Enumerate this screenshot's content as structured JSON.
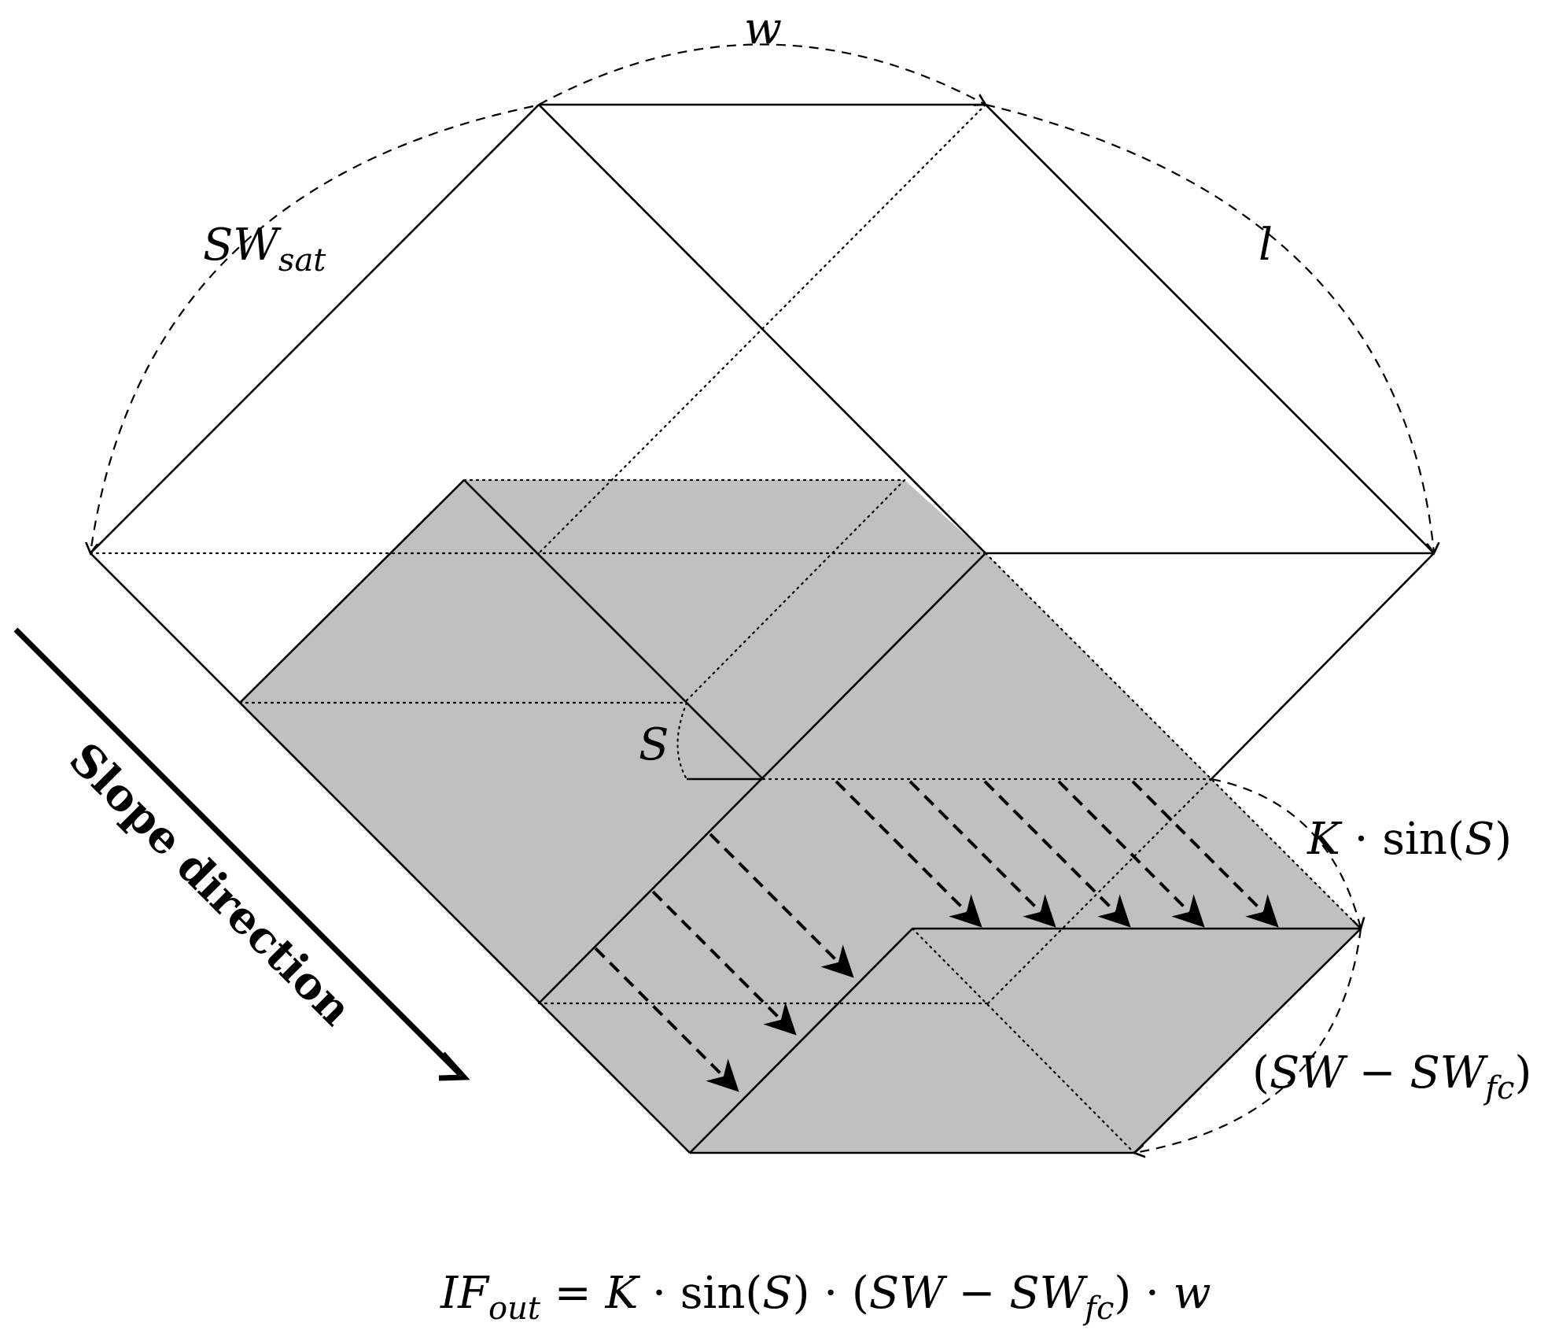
{
  "labels": {
    "width_symbol": "w",
    "length_symbol": "l",
    "sw_sat_main": "SW",
    "sw_sat_sub": "sat",
    "slope_angle": "S",
    "slope_direction": "Slope direction",
    "k_sin": {
      "k": "K",
      "dot": " · ",
      "sin": "sin",
      "open": "(",
      "s": "S",
      "close": ")"
    },
    "sw_diff": {
      "open": "(",
      "sw": "SW",
      "minus": " − ",
      "sw2": "SW",
      "sub": "fc",
      "close": ")"
    }
  },
  "formula": {
    "lhs_main": "IF",
    "lhs_sub": "out",
    "equals": " = ",
    "k": "K",
    "dot1": " · ",
    "sin": "sin",
    "open1": "(",
    "s": "S",
    "close1": ")",
    "dot2": " · ",
    "open2": "(",
    "sw": "SW",
    "minus": " − ",
    "sw2": "SW",
    "sub": "fc",
    "close2": ")",
    "dot3": " · ",
    "w": "w"
  }
}
